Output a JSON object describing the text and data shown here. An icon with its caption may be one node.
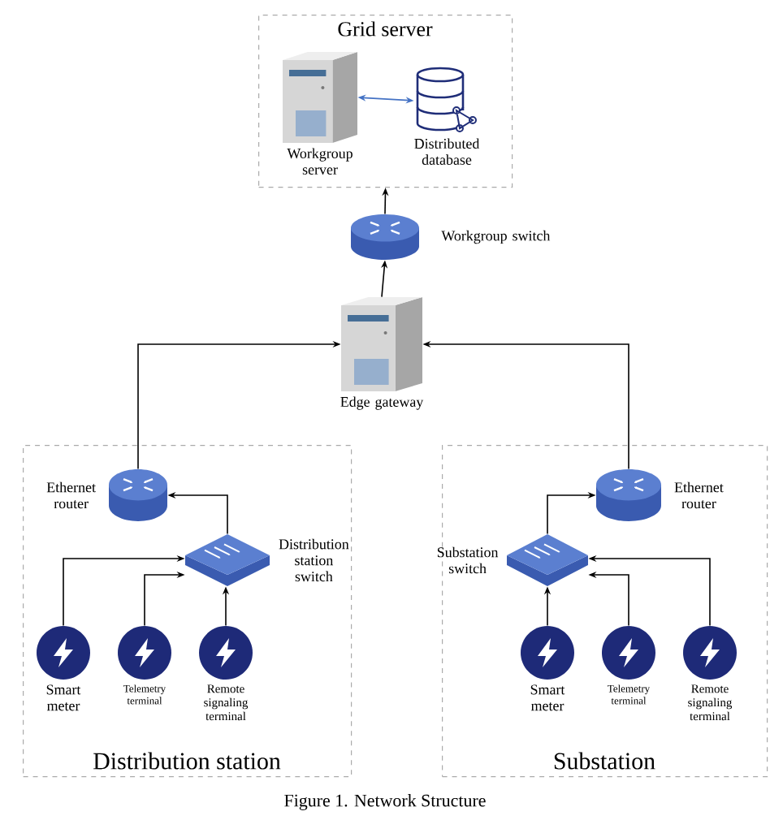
{
  "diagram": {
    "caption": "Figure 1. Network Structure",
    "nodes": [
      {
        "text": [
          "Grid server"
        ]
      },
      {
        "text": [
          "Workgroup server"
        ],
        "in": 0
      },
      {
        "text": [
          "Distributed database"
        ],
        "in": 0
      },
      {
        "text": [
          "Workgroup switch"
        ]
      },
      {
        "text": [
          "Edge gateway"
        ]
      },
      {
        "text": [
          "Distribution station"
        ]
      },
      {
        "text": [
          "Ethernet router"
        ],
        "in": 5
      },
      {
        "text": [
          "Distribution station switch"
        ],
        "in": 5
      },
      {
        "text": [
          "Smart meter"
        ],
        "in": 5
      },
      {
        "text": [
          "Telemetry terminal"
        ],
        "in": 5
      },
      {
        "text": [
          "Remote signaling terminal"
        ],
        "in": 5
      },
      {
        "text": [
          "Substation"
        ]
      },
      {
        "text": [
          "Ethernet router"
        ],
        "in": 11
      },
      {
        "text": [
          "Substation switch"
        ],
        "in": 11
      },
      {
        "text": [
          "Smart meter"
        ],
        "in": 11
      },
      {
        "text": [
          "Telemetry terminal"
        ],
        "in": 11
      },
      {
        "text": [
          "Remote signaling terminal"
        ],
        "in": 11
      }
    ],
    "edges": [
      {
        "from": 1,
        "to": 2,
        "arrow": "both",
        "color": "#4472c4"
      },
      {
        "from": 3,
        "to": 0,
        "arrow": "to"
      },
      {
        "from": 4,
        "to": 3,
        "arrow": "to"
      },
      {
        "from": 6,
        "to": 4,
        "arrow": "to"
      },
      {
        "from": 12,
        "to": 4,
        "arrow": "to"
      },
      {
        "from": 7,
        "to": 6,
        "arrow": "to"
      },
      {
        "from": 13,
        "to": 12,
        "arrow": "to"
      },
      {
        "from": 8,
        "to": 7,
        "arrow": "to"
      },
      {
        "from": 9,
        "to": 7,
        "arrow": "to"
      },
      {
        "from": 10,
        "to": 7,
        "arrow": "to"
      },
      {
        "from": 14,
        "to": 13,
        "arrow": "to"
      },
      {
        "from": 15,
        "to": 13,
        "arrow": "to"
      },
      {
        "from": 16,
        "to": 13,
        "arrow": "to"
      }
    ]
  }
}
